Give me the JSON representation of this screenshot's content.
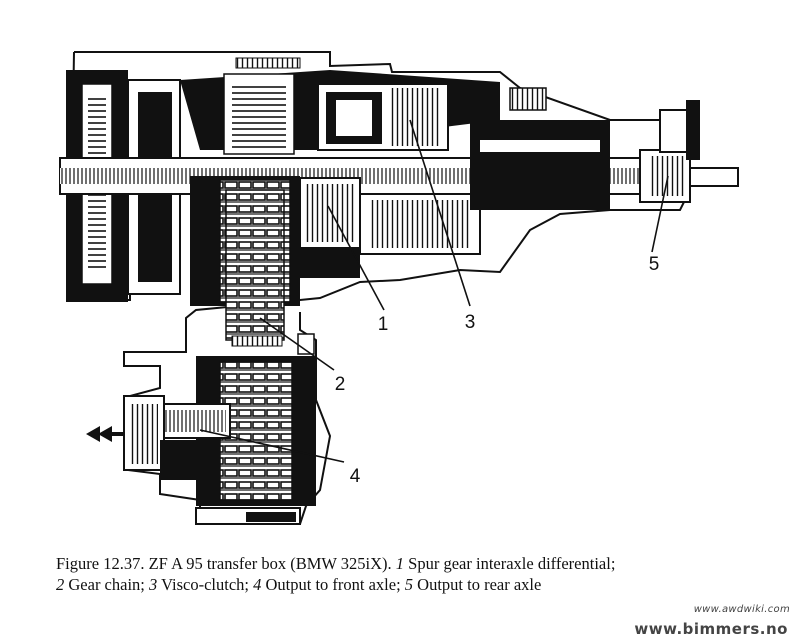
{
  "figure": {
    "callouts": [
      "1",
      "2",
      "3",
      "4",
      "5"
    ],
    "caption": {
      "figure_label": "Figure 12.37.",
      "title": "ZF A 95 transfer box",
      "model": "(BMW 325iX).",
      "items": [
        {
          "num": "1",
          "text": "Spur gear interaxle differential;"
        },
        {
          "num": "2",
          "text": "Gear chain;"
        },
        {
          "num": "3",
          "text": "Visco-clutch;"
        },
        {
          "num": "4",
          "text": "Output to front axle;"
        },
        {
          "num": "5",
          "text": "Output to rear axle"
        }
      ]
    }
  },
  "watermarks": {
    "awdwiki": "www.awdwiki.com",
    "bimmers": "www.bimmers.no"
  },
  "colors": {
    "ink": "#111111",
    "paper": "#ffffff"
  },
  "icons": [
    "double-arrow-left-icon"
  ]
}
